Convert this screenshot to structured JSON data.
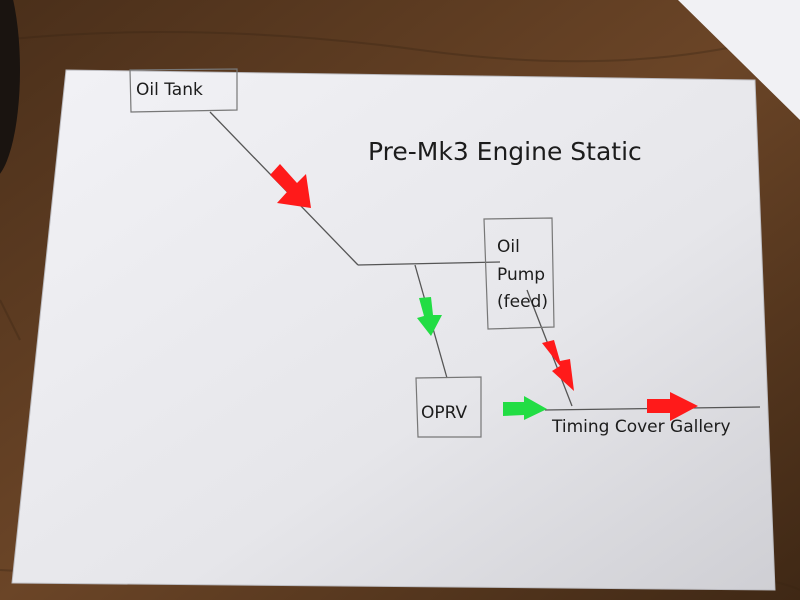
{
  "diagram": {
    "title": "Pre-Mk3 Engine Static",
    "labels": {
      "oil_tank": "Oil Tank",
      "oil_pump_line1": "Oil",
      "oil_pump_line2": "Pump",
      "oil_pump_line3": "(feed)",
      "oprv": "OPRV",
      "timing_cover_gallery": "Timing Cover Gallery"
    },
    "colors": {
      "red_arrow": "#ff1a1a",
      "green_arrow": "#22dd44",
      "paper": "#e9e9ed",
      "ink": "#555555",
      "wood": "#5a3b22"
    },
    "arrows": [
      {
        "id": "tank-to-junction",
        "color": "red"
      },
      {
        "id": "junction-to-oprv",
        "color": "green"
      },
      {
        "id": "pump-to-gallery",
        "color": "red"
      },
      {
        "id": "oprv-to-gallery",
        "color": "green"
      },
      {
        "id": "gallery-flow",
        "color": "red"
      }
    ]
  }
}
